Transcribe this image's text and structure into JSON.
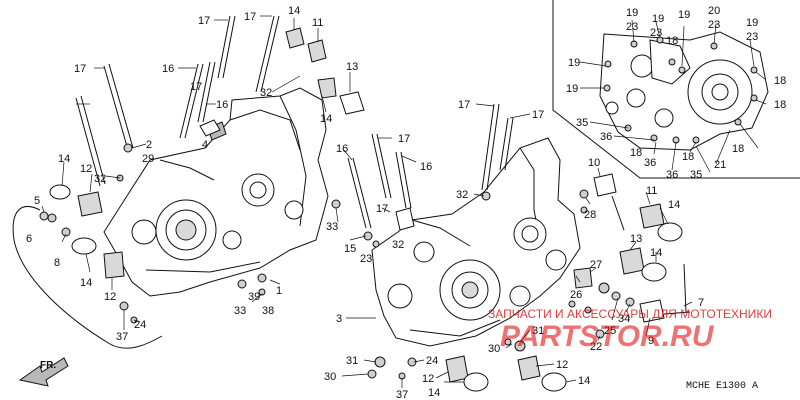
{
  "diagram": {
    "callouts": [
      {
        "id": "c1",
        "text": "17"
      },
      {
        "id": "c2",
        "text": "17"
      },
      {
        "id": "c3",
        "text": "14"
      },
      {
        "id": "c4",
        "text": "11"
      },
      {
        "id": "c5",
        "text": "17"
      },
      {
        "id": "c6",
        "text": "16"
      },
      {
        "id": "c7",
        "text": "17"
      },
      {
        "id": "c8",
        "text": "16"
      },
      {
        "id": "c9",
        "text": "32"
      },
      {
        "id": "c10",
        "text": "13"
      },
      {
        "id": "c11",
        "text": "14"
      },
      {
        "id": "c12",
        "text": "4"
      },
      {
        "id": "c13",
        "text": "2"
      },
      {
        "id": "c14",
        "text": "29"
      },
      {
        "id": "c15",
        "text": "14"
      },
      {
        "id": "c16",
        "text": "12"
      },
      {
        "id": "c17",
        "text": "32"
      },
      {
        "id": "c18",
        "text": "5"
      },
      {
        "id": "c19",
        "text": "6"
      },
      {
        "id": "c20",
        "text": "8"
      },
      {
        "id": "c21",
        "text": "14"
      },
      {
        "id": "c22",
        "text": "12"
      },
      {
        "id": "c23",
        "text": "24"
      },
      {
        "id": "c24",
        "text": "37"
      },
      {
        "id": "c25",
        "text": "33"
      },
      {
        "id": "c26",
        "text": "39"
      },
      {
        "id": "c27",
        "text": "38"
      },
      {
        "id": "c28",
        "text": "1"
      },
      {
        "id": "c29",
        "text": "16"
      },
      {
        "id": "c30",
        "text": "17"
      },
      {
        "id": "c31",
        "text": "16"
      },
      {
        "id": "c32",
        "text": "17"
      },
      {
        "id": "c33",
        "text": "33"
      },
      {
        "id": "c34",
        "text": "15"
      },
      {
        "id": "c35",
        "text": "23"
      },
      {
        "id": "c36",
        "text": "32"
      },
      {
        "id": "c37",
        "text": "17"
      },
      {
        "id": "c38",
        "text": "17"
      },
      {
        "id": "c39",
        "text": "32"
      },
      {
        "id": "c40",
        "text": "3"
      },
      {
        "id": "c41",
        "text": "31"
      },
      {
        "id": "c42",
        "text": "30"
      },
      {
        "id": "c43",
        "text": "24"
      },
      {
        "id": "c44",
        "text": "37"
      },
      {
        "id": "c45",
        "text": "12"
      },
      {
        "id": "c46",
        "text": "14"
      },
      {
        "id": "c47",
        "text": "31"
      },
      {
        "id": "c48",
        "text": "30"
      },
      {
        "id": "c49",
        "text": "12"
      },
      {
        "id": "c50",
        "text": "14"
      },
      {
        "id": "c51",
        "text": "10"
      },
      {
        "id": "c52",
        "text": "28"
      },
      {
        "id": "c53",
        "text": "11"
      },
      {
        "id": "c54",
        "text": "14"
      },
      {
        "id": "c55",
        "text": "13"
      },
      {
        "id": "c56",
        "text": "14"
      },
      {
        "id": "c57",
        "text": "27"
      },
      {
        "id": "c58",
        "text": "26"
      },
      {
        "id": "c59",
        "text": "25"
      },
      {
        "id": "c60",
        "text": "34"
      },
      {
        "id": "c61",
        "text": "22"
      },
      {
        "id": "c62",
        "text": "7"
      },
      {
        "id": "c63",
        "text": "9"
      },
      {
        "id": "i1",
        "text": "19"
      },
      {
        "id": "i2",
        "text": "19"
      },
      {
        "id": "i3",
        "text": "23"
      },
      {
        "id": "i4",
        "text": "19"
      },
      {
        "id": "i5",
        "text": "23"
      },
      {
        "id": "i6",
        "text": "20"
      },
      {
        "id": "i7",
        "text": "23"
      },
      {
        "id": "i8",
        "text": "19"
      },
      {
        "id": "i9",
        "text": "23"
      },
      {
        "id": "i10",
        "text": "19"
      },
      {
        "id": "i11",
        "text": "18"
      },
      {
        "id": "i12",
        "text": "18"
      },
      {
        "id": "i13",
        "text": "19"
      },
      {
        "id": "i14",
        "text": "18"
      },
      {
        "id": "i15",
        "text": "35"
      },
      {
        "id": "i16",
        "text": "36"
      },
      {
        "id": "i17",
        "text": "18"
      },
      {
        "id": "i18",
        "text": "36"
      },
      {
        "id": "i19",
        "text": "18"
      },
      {
        "id": "i20",
        "text": "21"
      },
      {
        "id": "i21",
        "text": "18"
      },
      {
        "id": "i22",
        "text": "36"
      },
      {
        "id": "i23",
        "text": "35"
      }
    ],
    "front_marker": "FR.",
    "drawing_code": "MCHE  E1300 A"
  },
  "watermark": {
    "line": "ЗАПЧАСТИ И АКСЕССУАРЫ ДЛЯ МОТОТЕХНИКИ",
    "brand": "PARTSTOR.RU"
  }
}
